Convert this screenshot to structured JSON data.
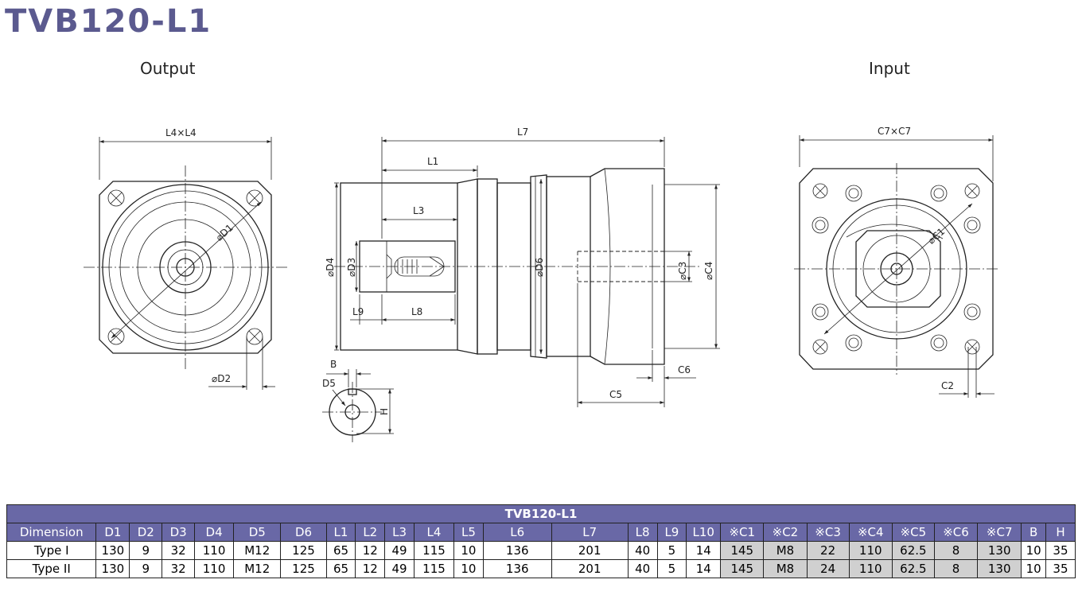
{
  "title": "TVB120-L1",
  "views": {
    "output_label": "Output",
    "input_label": "Input"
  },
  "drawing_labels": {
    "l4xl4": "L4×L4",
    "d1": "⌀D1",
    "d2": "⌀D2",
    "l7": "L7",
    "l1": "L1",
    "l3": "L3",
    "l9": "L9",
    "l8": "L8",
    "d4": "⌀D4",
    "d3": "⌀D3",
    "d6": "⌀D6",
    "c3": "⌀C3",
    "c4": "⌀C4",
    "c5": "C5",
    "c6": "C6",
    "b": "B",
    "d5": "D5",
    "h": "H",
    "c7xc7": "C7×C7",
    "c1": "⌀C1",
    "c2": "C2"
  },
  "table": {
    "title": "TVB120-L1",
    "headers": [
      "Dimension",
      "D1",
      "D2",
      "D3",
      "D4",
      "D5",
      "D6",
      "L1",
      "L2",
      "L3",
      "L4",
      "L5",
      "L6",
      "L7",
      "L8",
      "L9",
      "L10",
      "※C1",
      "※C2",
      "※C3",
      "※C4",
      "※C5",
      "※C6",
      "※C7",
      "B",
      "H"
    ],
    "rows": [
      [
        "Type I",
        "130",
        "9",
        "32",
        "110",
        "M12",
        "125",
        "65",
        "12",
        "49",
        "115",
        "10",
        "136",
        "201",
        "40",
        "5",
        "14",
        "145",
        "M8",
        "22",
        "110",
        "62.5",
        "8",
        "130",
        "10",
        "35"
      ],
      [
        "Type II",
        "130",
        "9",
        "32",
        "110",
        "M12",
        "125",
        "65",
        "12",
        "49",
        "115",
        "10",
        "136",
        "201",
        "40",
        "5",
        "14",
        "145",
        "M8",
        "24",
        "110",
        "62.5",
        "8",
        "130",
        "10",
        "35"
      ]
    ],
    "shaded_from_col": 17,
    "shaded_to_col": 23,
    "colors": {
      "header_bg": "#6968a6",
      "header_text": "#ffffff",
      "shade": "#d0d0d0",
      "title_color": "#5b5a8f"
    }
  }
}
